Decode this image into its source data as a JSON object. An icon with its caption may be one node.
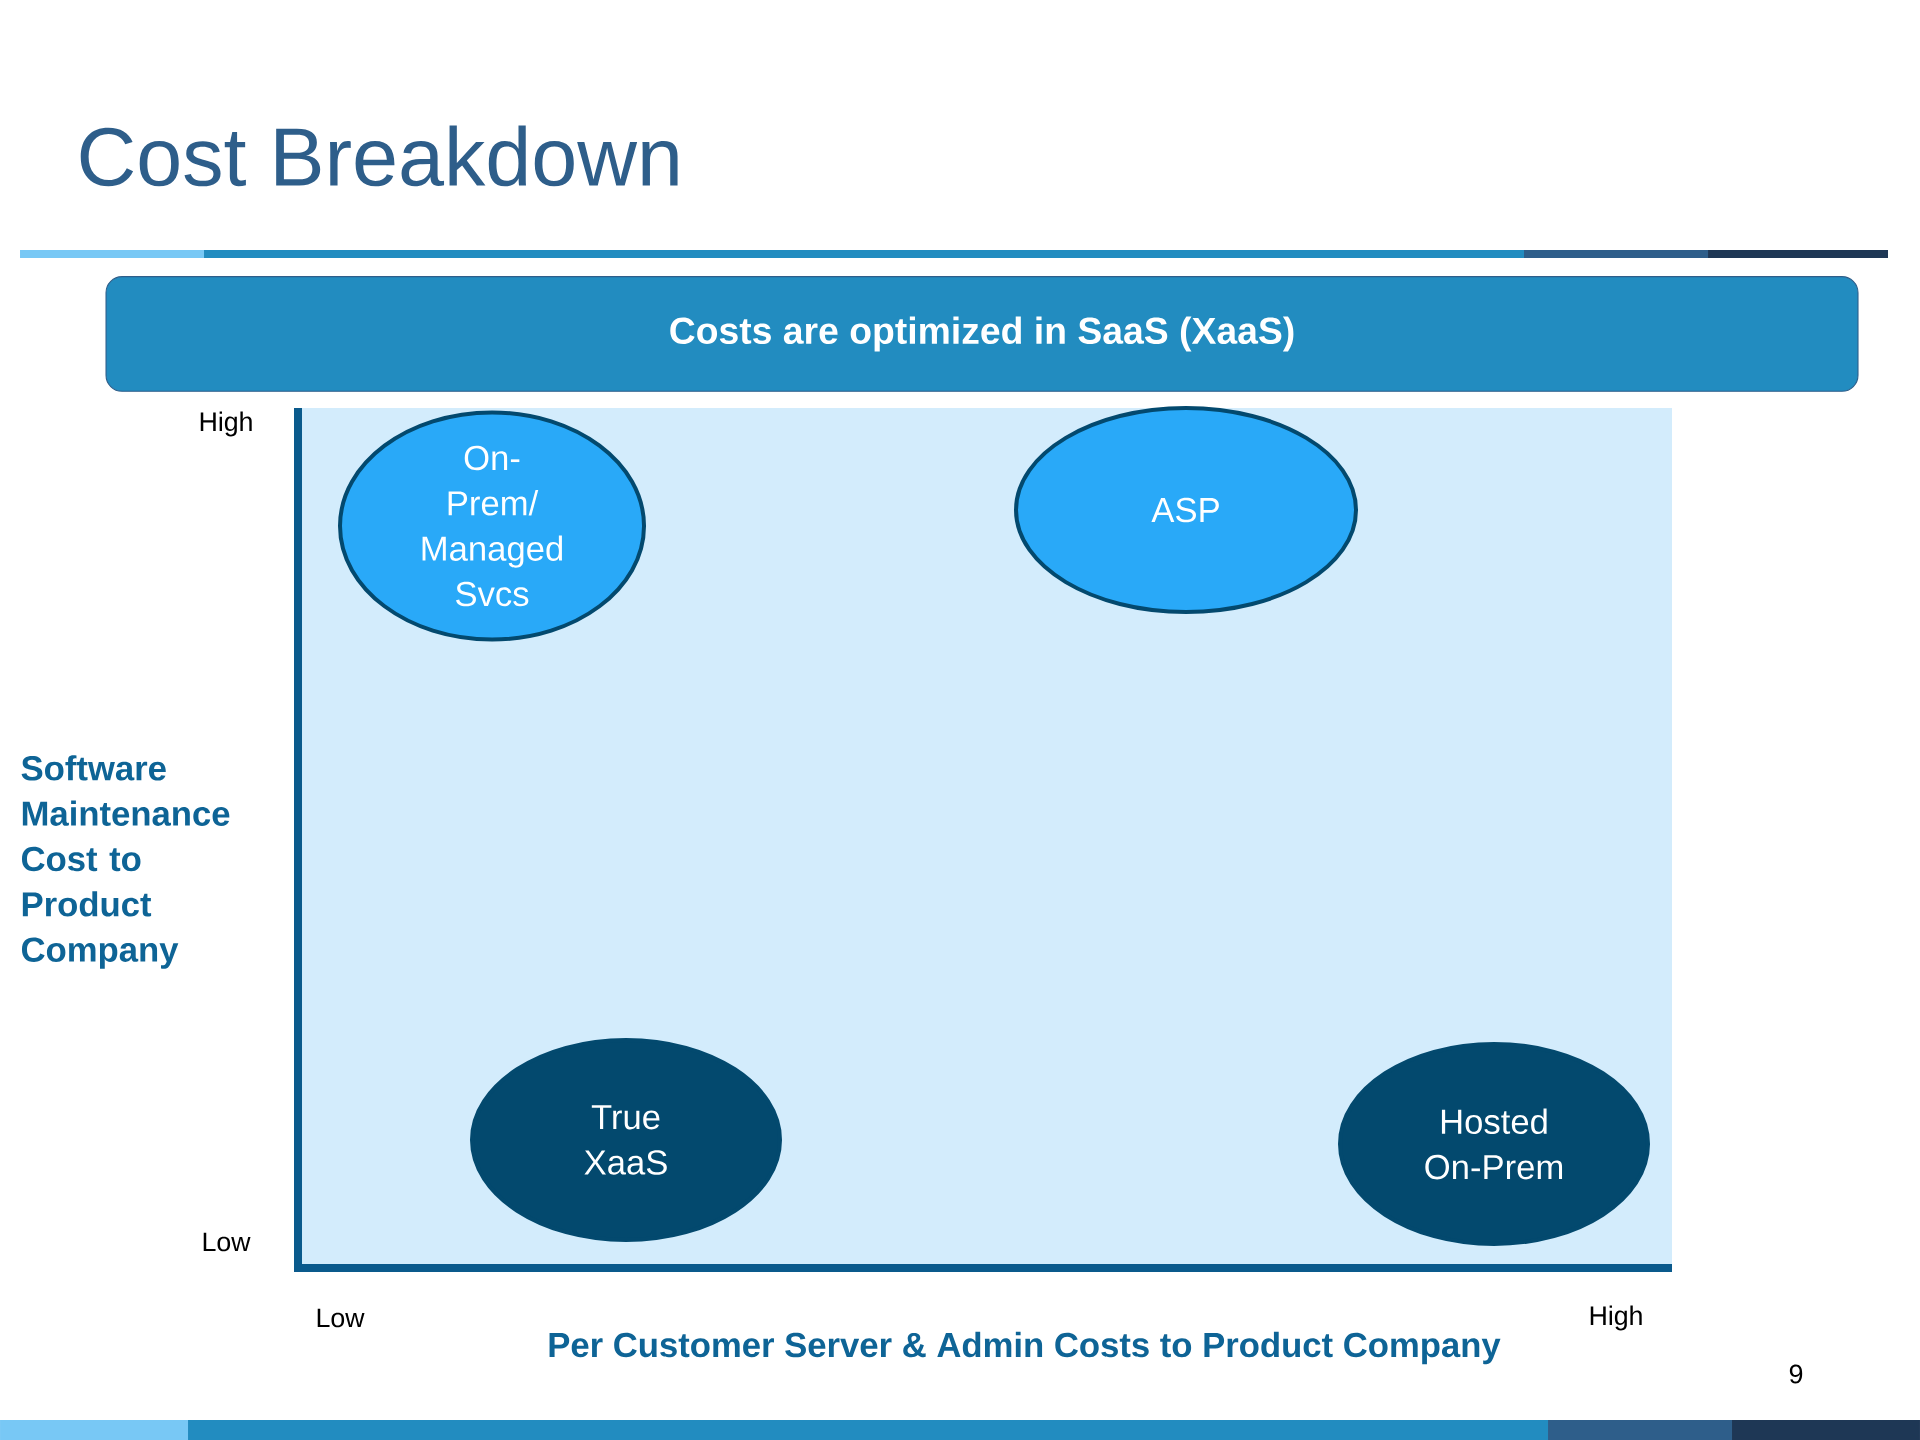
{
  "diagram": {
    "title": "Cost Breakdown",
    "nodes": [
      {
        "text": [
          "Costs are optimized in SaaS (XaaS)"
        ]
      },
      {
        "text": [
          "On-Prem/ Managed Svcs"
        ]
      },
      {
        "text": [
          "ASP"
        ]
      },
      {
        "text": [
          "True XaaS"
        ]
      },
      {
        "text": [
          "Hosted On-Prem"
        ]
      }
    ],
    "labels": [
      "High",
      "Software Maintenance Cost to Product Company",
      "Low",
      "Low",
      "High",
      "Per Customer Server & Admin Costs to Product Company",
      "9"
    ]
  }
}
